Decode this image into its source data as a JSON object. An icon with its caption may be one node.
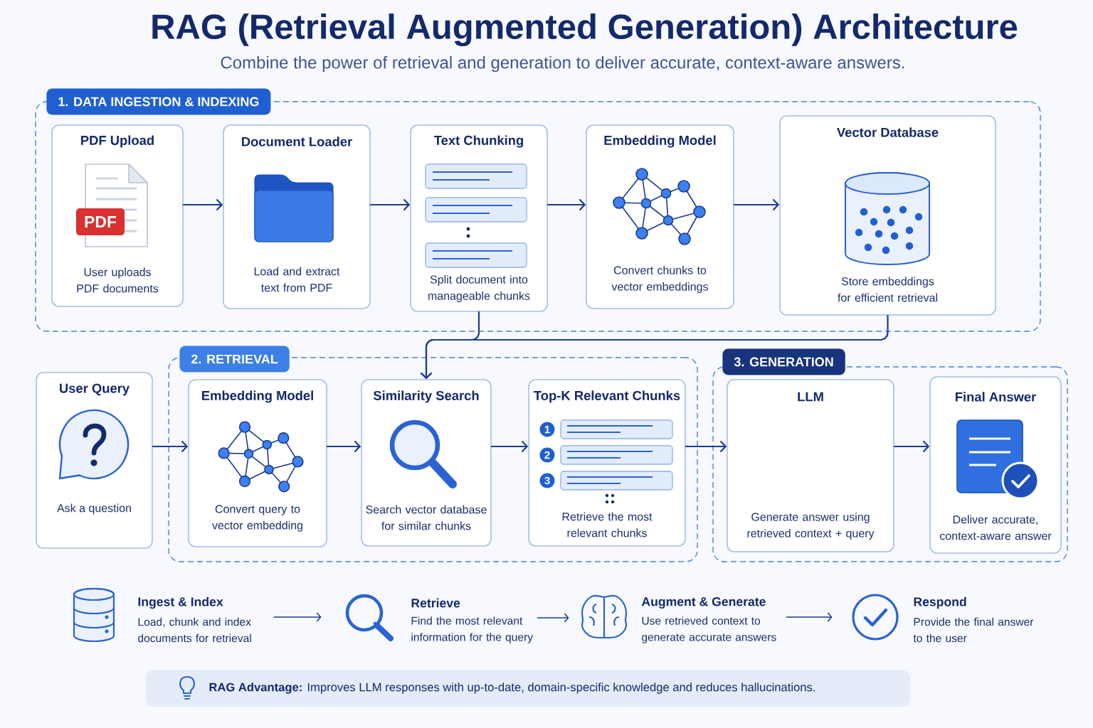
{
  "diagram": {
    "title": "RAG (Retrieval Augmented Generation) Architecture",
    "nodes": [
      {
        "text": [
          "1. DATA INGESTION & INDEXING"
        ]
      },
      {
        "text": [
          "PDF Upload",
          "PDF",
          "User uploads PDF documents"
        ],
        "in": 0
      },
      {
        "text": [
          "Document Loader",
          "Load and extract text from PDF"
        ],
        "in": 0
      },
      {
        "text": [
          "Text Chunking",
          "Split document into manageable chunks"
        ],
        "in": 0
      },
      {
        "text": [
          "Embedding Model",
          "Convert chunks to vector embeddings"
        ],
        "in": 0
      },
      {
        "text": [
          "Vector Database",
          "Store embeddings for efficient retrieval"
        ],
        "in": 0
      },
      {
        "text": [
          "User Query",
          "Ask a question"
        ]
      },
      {
        "text": [
          "2. RETRIEVAL"
        ]
      },
      {
        "text": [
          "Embedding Model",
          "Convert query to vector embedding"
        ],
        "in": 7
      },
      {
        "text": [
          "Similarity Search",
          "Search vector database for similar chunks"
        ],
        "in": 7
      },
      {
        "text": [
          "Top-K Relevant Chunks",
          "1",
          "2",
          "3",
          "Retrieve the most relevant chunks"
        ],
        "in": 7
      },
      {
        "text": [
          "3. GENERATION"
        ]
      },
      {
        "text": [
          "LLM",
          "Generate answer using retrieved context + query"
        ],
        "in": 11
      },
      {
        "text": [
          "Final Answer",
          "Deliver accurate, context-aware answer"
        ],
        "in": 11
      },
      {
        "text": [
          "Ingest & Index",
          "Load, chunk and index documents for retrieval"
        ]
      },
      {
        "text": [
          "Retrieve",
          "Find the most relevant information for the query"
        ]
      },
      {
        "text": [
          "Augment & Generate",
          "Use retrieved context to generate accurate answers"
        ]
      },
      {
        "text": [
          "Respond",
          "Provide the final answer to the user"
        ]
      },
      {
        "text": [
          "**RAG Advantage:** Improves LLM responses with up-to-date, domain-specific knowledge and reduces hallucinations."
        ]
      }
    ],
    "edges": [
      {
        "from": 1,
        "to": 2,
        "arrow": "to"
      },
      {
        "from": 2,
        "to": 3,
        "arrow": "to"
      },
      {
        "from": 3,
        "to": 4,
        "arrow": "to"
      },
      {
        "from": 4,
        "to": 5,
        "arrow": "to"
      },
      {
        "from": 3,
        "to": 9,
        "arrow": "to"
      },
      {
        "from": 5,
        "to": 9,
        "arrow": "to"
      },
      {
        "from": 6,
        "to": 8,
        "arrow": "to"
      },
      {
        "from": 8,
        "to": 9,
        "arrow": "to"
      },
      {
        "from": 9,
        "to": 10,
        "arrow": "to"
      },
      {
        "from": 10,
        "to": 12,
        "arrow": "to"
      },
      {
        "from": 12,
        "to": 13,
        "arrow": "to"
      },
      {
        "from": 14,
        "to": 15,
        "arrow": "to"
      },
      {
        "from": 15,
        "to": 16,
        "arrow": "to"
      },
      {
        "from": 16,
        "to": 17,
        "arrow": "to"
      }
    ],
    "labels": [
      "Combine the power of retrieval and generation to deliver accurate, context-aware answers."
    ]
  }
}
